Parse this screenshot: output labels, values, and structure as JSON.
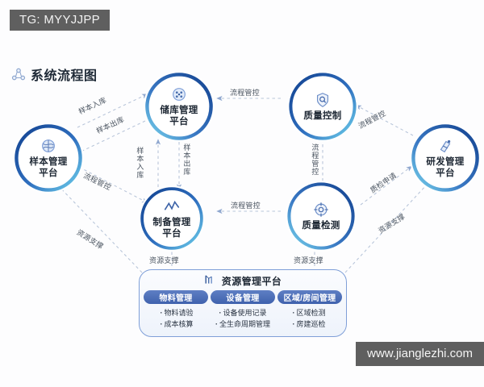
{
  "badge": {
    "text": "TG: MYYJJPP"
  },
  "watermark": {
    "text": "www.jianglezhi.com"
  },
  "section": {
    "title": "系统流程图",
    "icon": "network-node-icon"
  },
  "colors": {
    "ring_dark": "#1f4e9c",
    "ring_light": "#5bc8e8",
    "pill": "#3f62ad",
    "panel_border": "#7f9fd8",
    "arrow": "#8fa7cf",
    "badge_bg": "#5f5f5f"
  },
  "nodes": [
    {
      "id": "sample",
      "label": "样本管理\n平台",
      "line1": "样本管理",
      "line2": "平台",
      "icon": "sample-tube-icon"
    },
    {
      "id": "storage",
      "label": "储库管理\n平台",
      "line1": "储库管理",
      "line2": "平台",
      "icon": "storage-box-icon"
    },
    {
      "id": "quality_ctrl",
      "label": "质量控制",
      "line1": "质量控制",
      "line2": "",
      "icon": "shield-search-icon"
    },
    {
      "id": "rnd",
      "label": "研发管理\n平台",
      "line1": "研发管理",
      "line2": "平台",
      "icon": "research-flask-icon"
    },
    {
      "id": "prep",
      "label": "制备管理\n平台",
      "line1": "制备管理",
      "line2": "平台",
      "icon": "trend-line-icon"
    },
    {
      "id": "quality_test",
      "label": "质量检测",
      "line1": "质量检测",
      "line2": "",
      "icon": "target-scope-icon"
    }
  ],
  "edge_labels": {
    "sample_in_diag": "样本入库",
    "sample_out_diag": "样本出库",
    "sample_in_vert": "样本入库",
    "sample_out_vert": "样本出库",
    "flow_top": "流程管控",
    "flow_right_top": "流程管控",
    "flow_mid_vert": "流程管控",
    "flow_bottom_mid": "流程管控",
    "flow_left_low": "流程管控",
    "qc_request": "质检申请",
    "res_support_left": "资源支撑",
    "res_support_right": "资源支撑",
    "res_support_bl": "资源支撑",
    "res_support_br": "资源支撑"
  },
  "resource_panel": {
    "title": "资源管理平台",
    "icon": "resource-bars-icon",
    "groups": [
      {
        "pill": "物料管理",
        "items": [
          "物料请验",
          "成本核算"
        ]
      },
      {
        "pill": "设备管理",
        "items": [
          "设备使用记录",
          "全生命周期管理"
        ]
      },
      {
        "pill": "区域/房间管理",
        "items": [
          "区域检测",
          "房建巡检"
        ]
      }
    ]
  }
}
